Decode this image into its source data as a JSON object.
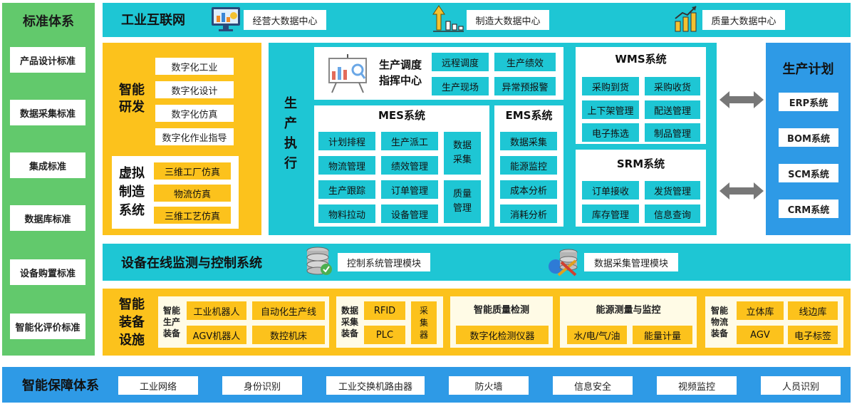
{
  "standards": {
    "title": "标准体系",
    "items": [
      "产品设计标准",
      "数据采集标准",
      "集成标准",
      "数据库标准",
      "设备购置标准",
      "智能化评价标准"
    ]
  },
  "internet": {
    "title": "工业互联网",
    "centers": [
      "经营大数据中心",
      "制造大数据中心",
      "质量大数据中心"
    ]
  },
  "rd": {
    "title": "智能研发",
    "items": [
      "数字化工业",
      "数字化设计",
      "数字化仿真",
      "数字化作业指导"
    ]
  },
  "virtual": {
    "title": "虚拟制造系统",
    "items": [
      "三维工厂仿真",
      "物流仿真",
      "三维工艺仿真"
    ]
  },
  "execution": {
    "title": "生产执行",
    "dispatch": {
      "title": "生产调度指挥中心",
      "items": [
        "远程调度",
        "生产绩效",
        "生产现场",
        "异常预报警"
      ]
    },
    "mes": {
      "title": "MES系统",
      "items": [
        "计划排程",
        "生产派工",
        "物流管理",
        "绩效管理",
        "生产跟踪",
        "订单管理",
        "物料拉动",
        "设备管理"
      ],
      "side": [
        "数据采集",
        "质量管理"
      ]
    },
    "ems": {
      "title": "EMS系统",
      "items": [
        "数据采集",
        "能源监控",
        "成本分析",
        "消耗分析"
      ]
    },
    "wms": {
      "title": "WMS系统",
      "items": [
        "采购到货",
        "采购收货",
        "上下架管理",
        "配送管理",
        "电子拣选",
        "制品管理"
      ]
    },
    "srm": {
      "title": "SRM系统",
      "items": [
        "订单接收",
        "发货管理",
        "库存管理",
        "信息查询"
      ]
    }
  },
  "plan": {
    "title": "生产计划",
    "items": [
      "ERP系统",
      "BOM系统",
      "SCM系统",
      "CRM系统"
    ]
  },
  "monitor": {
    "title": "设备在线监测与控制系统",
    "modules": [
      "控制系统管理模块",
      "数据采集管理模块"
    ]
  },
  "equipment": {
    "title": "智能装备设施",
    "production": {
      "title": "智能生产装备",
      "items": [
        "工业机器人",
        "自动化生产线",
        "AGV机器人",
        "数控机床"
      ]
    },
    "collection": {
      "title": "数据采集装备",
      "items": [
        "RFID",
        "PLC"
      ],
      "side": "采集器"
    },
    "quality": {
      "title": "智能质量检测",
      "items": [
        "数字化检测仪器"
      ]
    },
    "energy": {
      "title": "能源测量与监控",
      "items": [
        "水/电/气/油",
        "能量计量"
      ]
    },
    "logistics": {
      "title": "智能物流装备",
      "items": [
        "立体库",
        "线边库",
        "AGV",
        "电子标签"
      ]
    }
  },
  "guarantee": {
    "title": "智能保障体系",
    "items": [
      "工业网络",
      "身份识别",
      "工业交换机路由器",
      "防火墙",
      "信息安全",
      "视频监控",
      "人员识别"
    ]
  },
  "colors": {
    "green": "#62c96c",
    "teal": "#1ec6d4",
    "orange": "#fcc21c",
    "blue": "#2e9ae6",
    "arrow": "#777777"
  },
  "icons": [
    "monitor-chart-icon",
    "growth-arrow-icon",
    "bar-chart-icon",
    "whiteboard-chart-icon",
    "database-icon",
    "database-tools-icon",
    "double-arrow-icon"
  ]
}
